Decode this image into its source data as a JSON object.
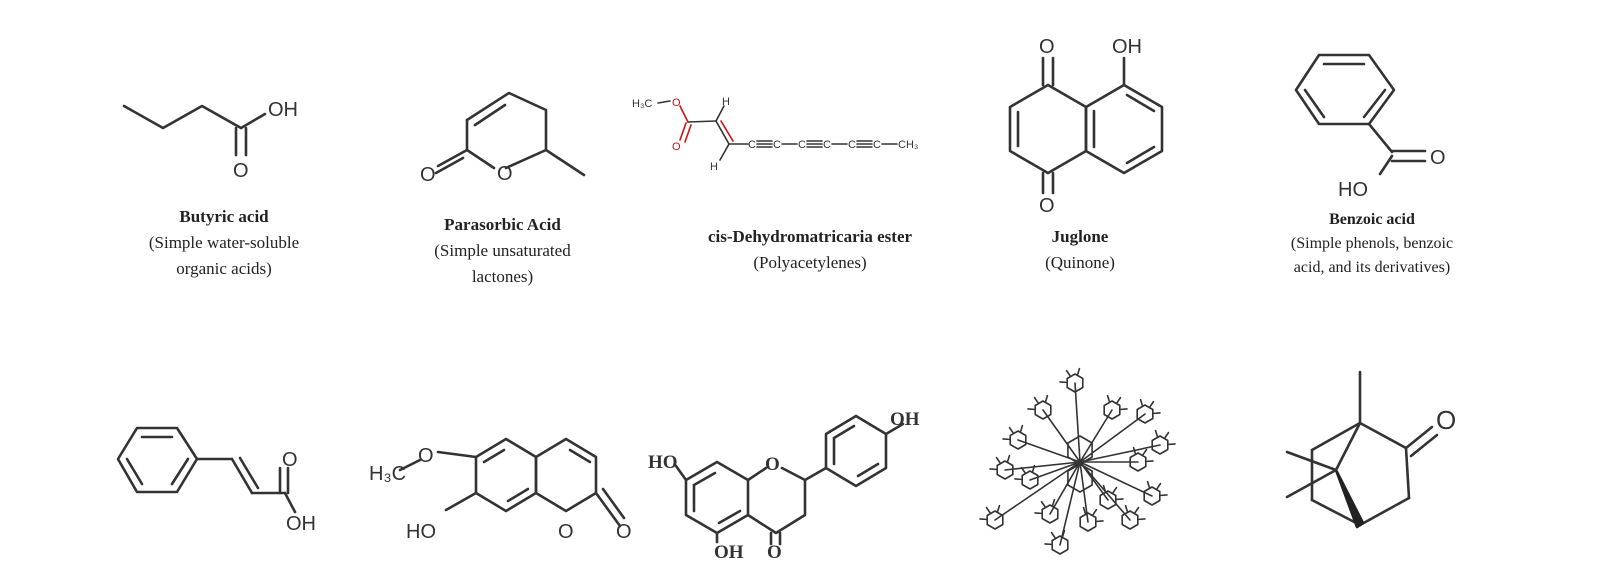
{
  "compounds": {
    "butyric": {
      "name": "Butyric acid",
      "class": [
        "(Simple  water-soluble",
        "organic acids)"
      ],
      "atoms": {
        "oh": "OH",
        "o": "O"
      }
    },
    "parasorbic": {
      "name": "Parasorbic Acid",
      "class": [
        "(Simple  unsaturated",
        "lactones)"
      ],
      "atoms": {
        "o_ring": "O",
        "o_carbonyl": "O"
      }
    },
    "dehydromatricaria": {
      "name": "cis-Dehydromatricaria  ester",
      "class": [
        "(Polyacetylenes)"
      ],
      "atoms": {
        "h3c": "H₃C",
        "o_ether": "O",
        "o_carbonyl": "O",
        "h1": "H",
        "h2": "H",
        "c1": "C",
        "c2": "C",
        "c3": "C",
        "c4": "C",
        "c5": "C",
        "c6": "C",
        "ch3": "CH₃"
      }
    },
    "juglone": {
      "name": "Juglone",
      "class": [
        "(Quinone)"
      ],
      "atoms": {
        "o_top": "O",
        "oh": "OH",
        "o_bottom": "O"
      }
    },
    "benzoic": {
      "name": "Benzoic acid",
      "class": [
        "(Simple phenols, benzoic",
        "acid, and its derivatives)"
      ],
      "atoms": {
        "o": "O",
        "ho": "HO"
      }
    },
    "cinnamic": {
      "atoms": {
        "o": "O",
        "oh": "OH"
      }
    },
    "scopoletin": {
      "atoms": {
        "h3c": "H₃C",
        "o_methoxy": "O",
        "ho": "HO",
        "o_ring": "O",
        "o_carbonyl": "O"
      }
    },
    "flavanone": {
      "atoms": {
        "ho_left": "HO",
        "o_ring": "O",
        "oh_right": "OH",
        "oh_bottom": "OH",
        "o_carbonyl": "O"
      }
    },
    "camphor": {
      "atoms": {
        "o": "O"
      }
    }
  }
}
